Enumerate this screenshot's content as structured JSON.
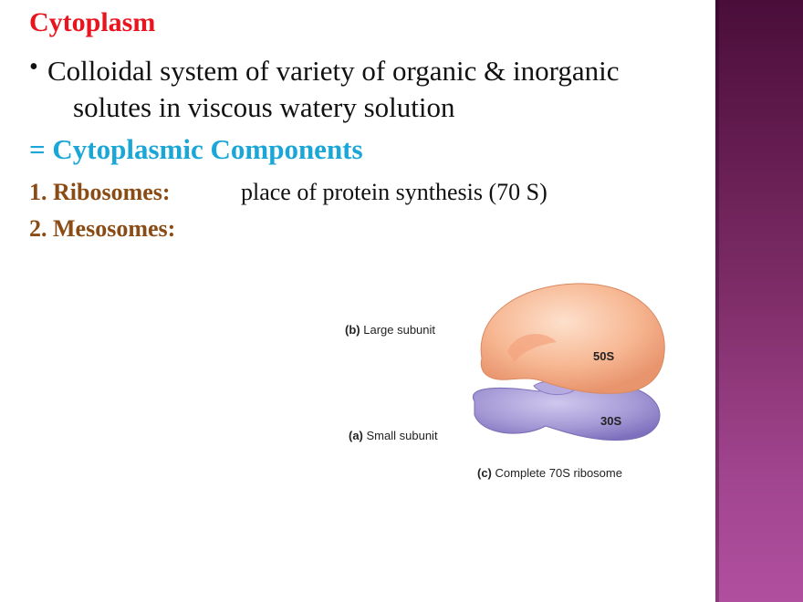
{
  "slide": {
    "title": "Cytoplasm",
    "bullet": {
      "line1": "Colloidal system of variety of organic & inorganic",
      "line2": "solutes in viscous watery solution"
    },
    "section_heading": "= Cytoplasmic Components",
    "items": [
      {
        "label": "1.  Ribosomes:",
        "description": "place of protein synthesis (70 S)"
      },
      {
        "label": "2. Mesosomes:",
        "description": ""
      }
    ]
  },
  "figure": {
    "caption_b_tag": "(b)",
    "caption_b_text": "Large subunit",
    "caption_a_tag": "(a)",
    "caption_a_text": "Small subunit",
    "caption_c_tag": "(c)",
    "caption_c_text": "Complete 70S ribosome",
    "large_label": "50S",
    "small_label": "30S"
  },
  "colors": {
    "title": "#e8141e",
    "section": "#1aa6d6",
    "item_label": "#8a4b14",
    "large_subunit": "#f7b894",
    "small_subunit": "#a69ad6",
    "sidebar": "#7a2a63"
  }
}
